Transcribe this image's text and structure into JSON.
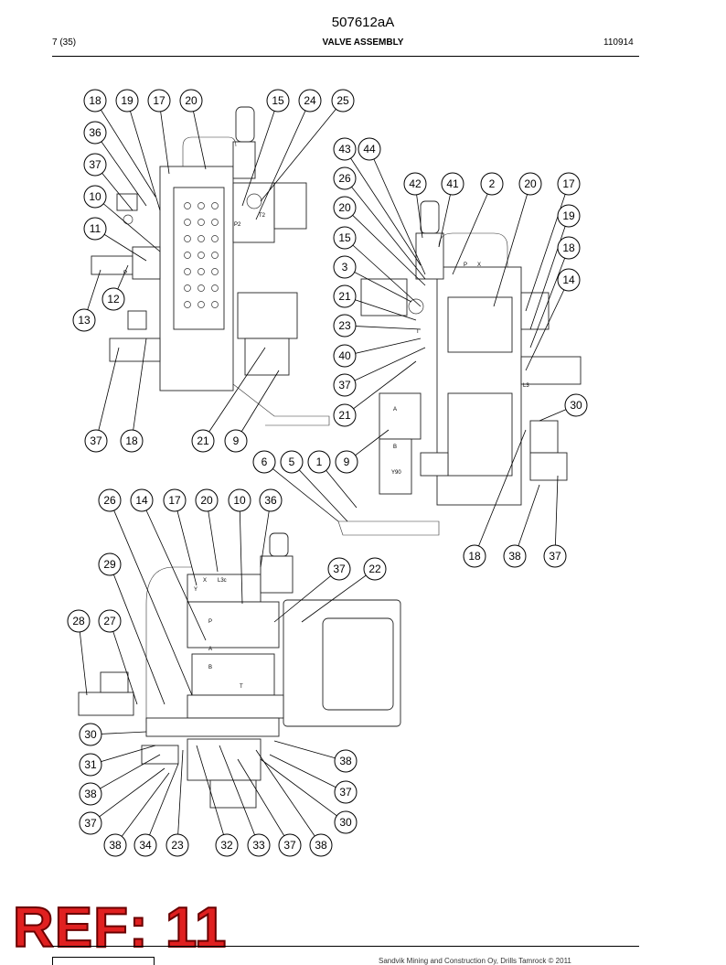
{
  "header": {
    "doc_code": "507612aA",
    "page": "7 (35)",
    "title": "VALVE ASSEMBLY",
    "date": "110914"
  },
  "stamp": "REF: 11",
  "footer": {
    "copyright": "Sandvik Mining and Construction Oy, Drills Tamrock © 2011"
  },
  "callouts": {
    "top_left": [
      "18",
      "19",
      "17",
      "20",
      "15",
      "24",
      "25",
      "36",
      "37",
      "10",
      "11",
      "12",
      "13",
      "37",
      "18",
      "21",
      "9"
    ],
    "top_right": [
      "43",
      "44",
      "26",
      "42",
      "41",
      "2",
      "20",
      "17",
      "20",
      "19",
      "15",
      "18",
      "3",
      "14",
      "21",
      "23",
      "40",
      "37",
      "21",
      "30",
      "6",
      "5",
      "1",
      "9",
      "18",
      "38",
      "37"
    ],
    "bottom": [
      "26",
      "14",
      "17",
      "20",
      "10",
      "36",
      "29",
      "37",
      "22",
      "28",
      "27",
      "30",
      "31",
      "38",
      "37",
      "38",
      "34",
      "23",
      "32",
      "33",
      "37",
      "38",
      "38",
      "37",
      "30"
    ]
  },
  "stamped_labels": [
    "P",
    "P2",
    "T2",
    "A",
    "B",
    "Y90",
    "T",
    "L3",
    "P",
    "X",
    "X",
    "L3c",
    "Y",
    "P",
    "A",
    "B",
    "T"
  ]
}
